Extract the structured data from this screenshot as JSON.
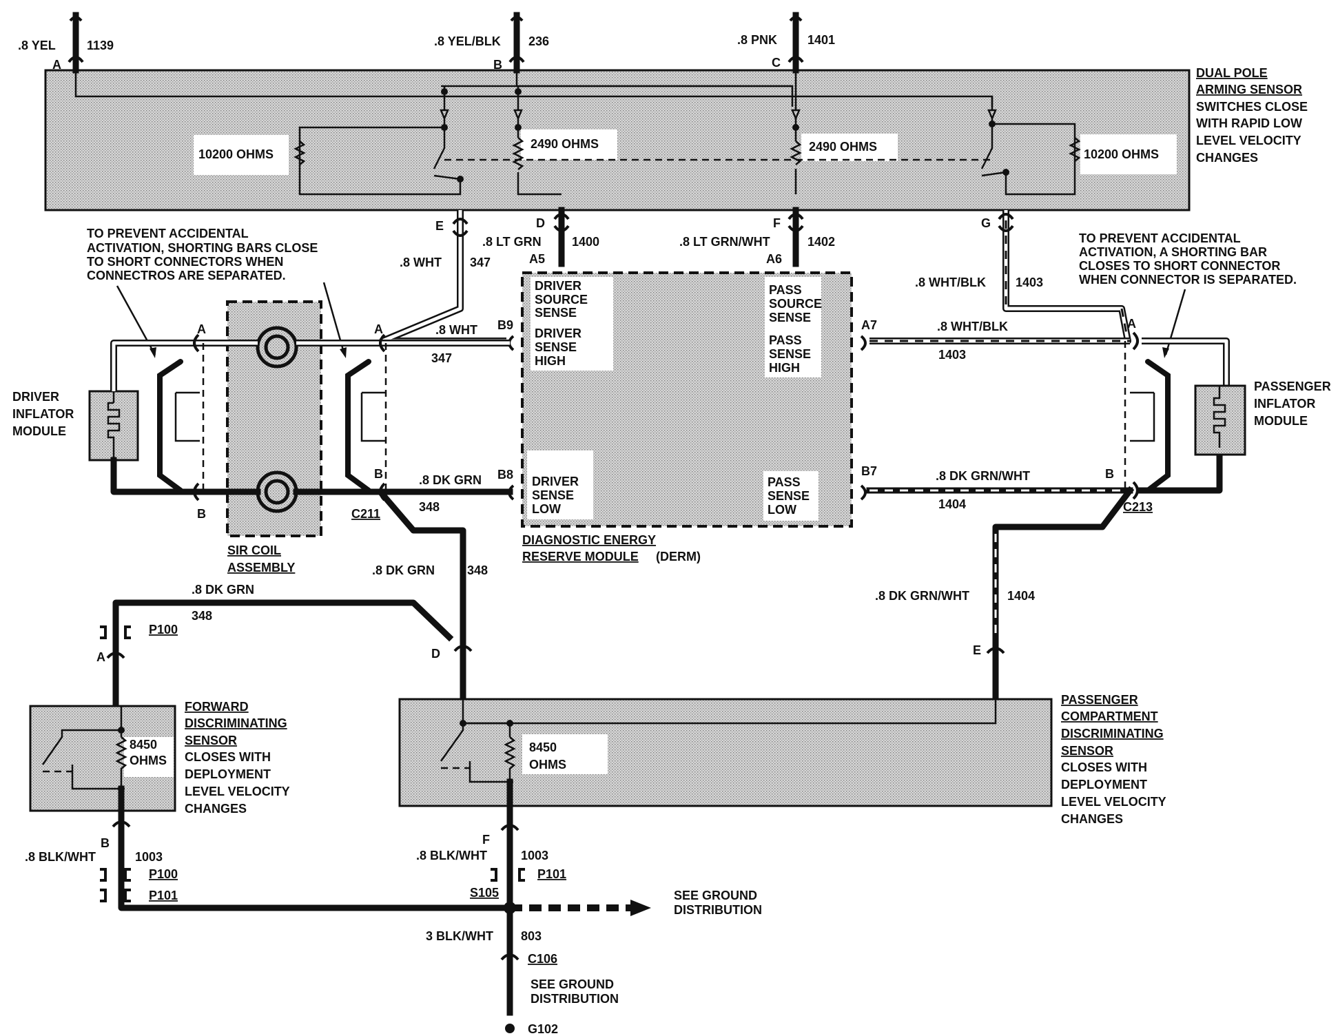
{
  "arming_sensor": {
    "title": [
      "DUAL POLE",
      "ARMING SENSOR"
    ],
    "desc": [
      "SWITCHES CLOSE",
      "WITH RAPID LOW",
      "LEVEL VELOCITY",
      "CHANGES"
    ],
    "res_left": "10200 OHMS",
    "res_mid_left": "2490 OHMS",
    "res_mid_right": "2490 OHMS",
    "res_right": "10200 OHMS"
  },
  "top_wires": [
    {
      "gauge": ".8 YEL",
      "circuit": "1139",
      "pin": "A"
    },
    {
      "gauge": ".8 YEL/BLK",
      "circuit": "236",
      "pin": "B"
    },
    {
      "gauge": ".8 PNK",
      "circuit": "1401",
      "pin": "C"
    }
  ],
  "arming_out": {
    "e_pin": "E",
    "e_gauge": ".8 WHT",
    "e_circuit": "347",
    "d_pin": "D",
    "d_gauge": ".8 LT GRN",
    "d_circuit": "1400",
    "d_derm": "A5",
    "f_pin": "F",
    "f_gauge": ".8 LT GRN/WHT",
    "f_circuit": "1402",
    "f_derm": "A6",
    "g_pin": "G",
    "g_gauge": ".8 WHT/BLK",
    "g_circuit": "1403"
  },
  "notes": {
    "left": [
      "TO PREVENT ACCIDENTAL",
      "ACTIVATION, SHORTING BARS CLOSE",
      "TO SHORT CONNECTORS WHEN",
      "CONNECTROS ARE SEPARATED."
    ],
    "right": [
      "TO PREVENT ACCIDENTAL",
      "ACTIVATION, A SHORTING BAR",
      "CLOSES TO SHORT CONNECTOR",
      "WHEN CONNECTOR IS SEPARATED."
    ]
  },
  "derm": {
    "title": [
      "DIAGNOSTIC ENERGY",
      "RESERVE MODULE"
    ],
    "abbr": "(DERM)",
    "driver_source": [
      "DRIVER",
      "SOURCE",
      "SENSE"
    ],
    "driver_high": [
      "DRIVER",
      "SENSE",
      "HIGH"
    ],
    "driver_low": [
      "DRIVER",
      "SENSE",
      "LOW"
    ],
    "pass_source": [
      "PASS",
      "SOURCE",
      "SENSE"
    ],
    "pass_high": [
      "PASS",
      "SENSE",
      "HIGH"
    ],
    "pass_low": [
      "PASS",
      "SENSE",
      "LOW"
    ],
    "pin_b9": "B9",
    "pin_b8": "B8",
    "pin_a7": "A7",
    "pin_b7": "B7"
  },
  "driver_side": {
    "module": [
      "DRIVER",
      "INFLATOR",
      "MODULE"
    ],
    "coil": [
      "SIR COIL",
      "ASSEMBLY"
    ],
    "conn": "C211",
    "pin_a": "A",
    "pin_b": "B",
    "wht_gauge": ".8 WHT",
    "wht_circuit": "347",
    "grn_gauge": ".8 DK GRN",
    "grn_circuit": "348"
  },
  "passenger_side": {
    "module": [
      "PASSENGER",
      "INFLATOR",
      "MODULE"
    ],
    "conn": "C213",
    "pin_a": "A",
    "pin_b": "B",
    "blk_gauge": ".8 WHT/BLK",
    "blk_circuit": "1403",
    "grn_gauge": ".8 DK GRN/WHT",
    "grn_circuit": "1404"
  },
  "lower": {
    "mid_gauge": ".8 DK GRN",
    "mid_circuit": "348",
    "left_gauge": ".8 DK GRN",
    "left_circuit": "348",
    "p100": "P100",
    "p101": "P101",
    "pin_a": "A",
    "pin_d": "D",
    "pin_e": "E",
    "pin_b": "B",
    "pin_f": "F",
    "right_gauge": ".8 DK GRN/WHT",
    "right_circuit": "1404"
  },
  "fwd_sensor": {
    "title": [
      "FORWARD",
      "DISCRIMINATING",
      "SENSOR"
    ],
    "desc": [
      "CLOSES WITH",
      "DEPLOYMENT",
      "LEVEL VELOCITY",
      "CHANGES"
    ],
    "res": [
      "8450",
      "OHMS"
    ]
  },
  "pass_sensor": {
    "title": [
      "PASSENGER",
      "COMPARTMENT",
      "DISCRIMINATING",
      "SENSOR"
    ],
    "desc": [
      "CLOSES WITH",
      "DEPLOYMENT",
      "LEVEL VELOCITY",
      "CHANGES"
    ],
    "res": [
      "8450",
      "OHMS"
    ]
  },
  "ground": {
    "left_gauge": ".8 BLK/WHT",
    "left_circuit": "1003",
    "mid_gauge": ".8 BLK/WHT",
    "mid_circuit": "1003",
    "splice": "S105",
    "see_ground_right": [
      "SEE GROUND",
      "DISTRIBUTION"
    ],
    "main_gauge": "3 BLK/WHT",
    "main_circuit": "803",
    "conn": "C106",
    "see_ground_bottom": [
      "SEE GROUND",
      "DISTRIBUTION"
    ],
    "ground_point": "G102"
  }
}
